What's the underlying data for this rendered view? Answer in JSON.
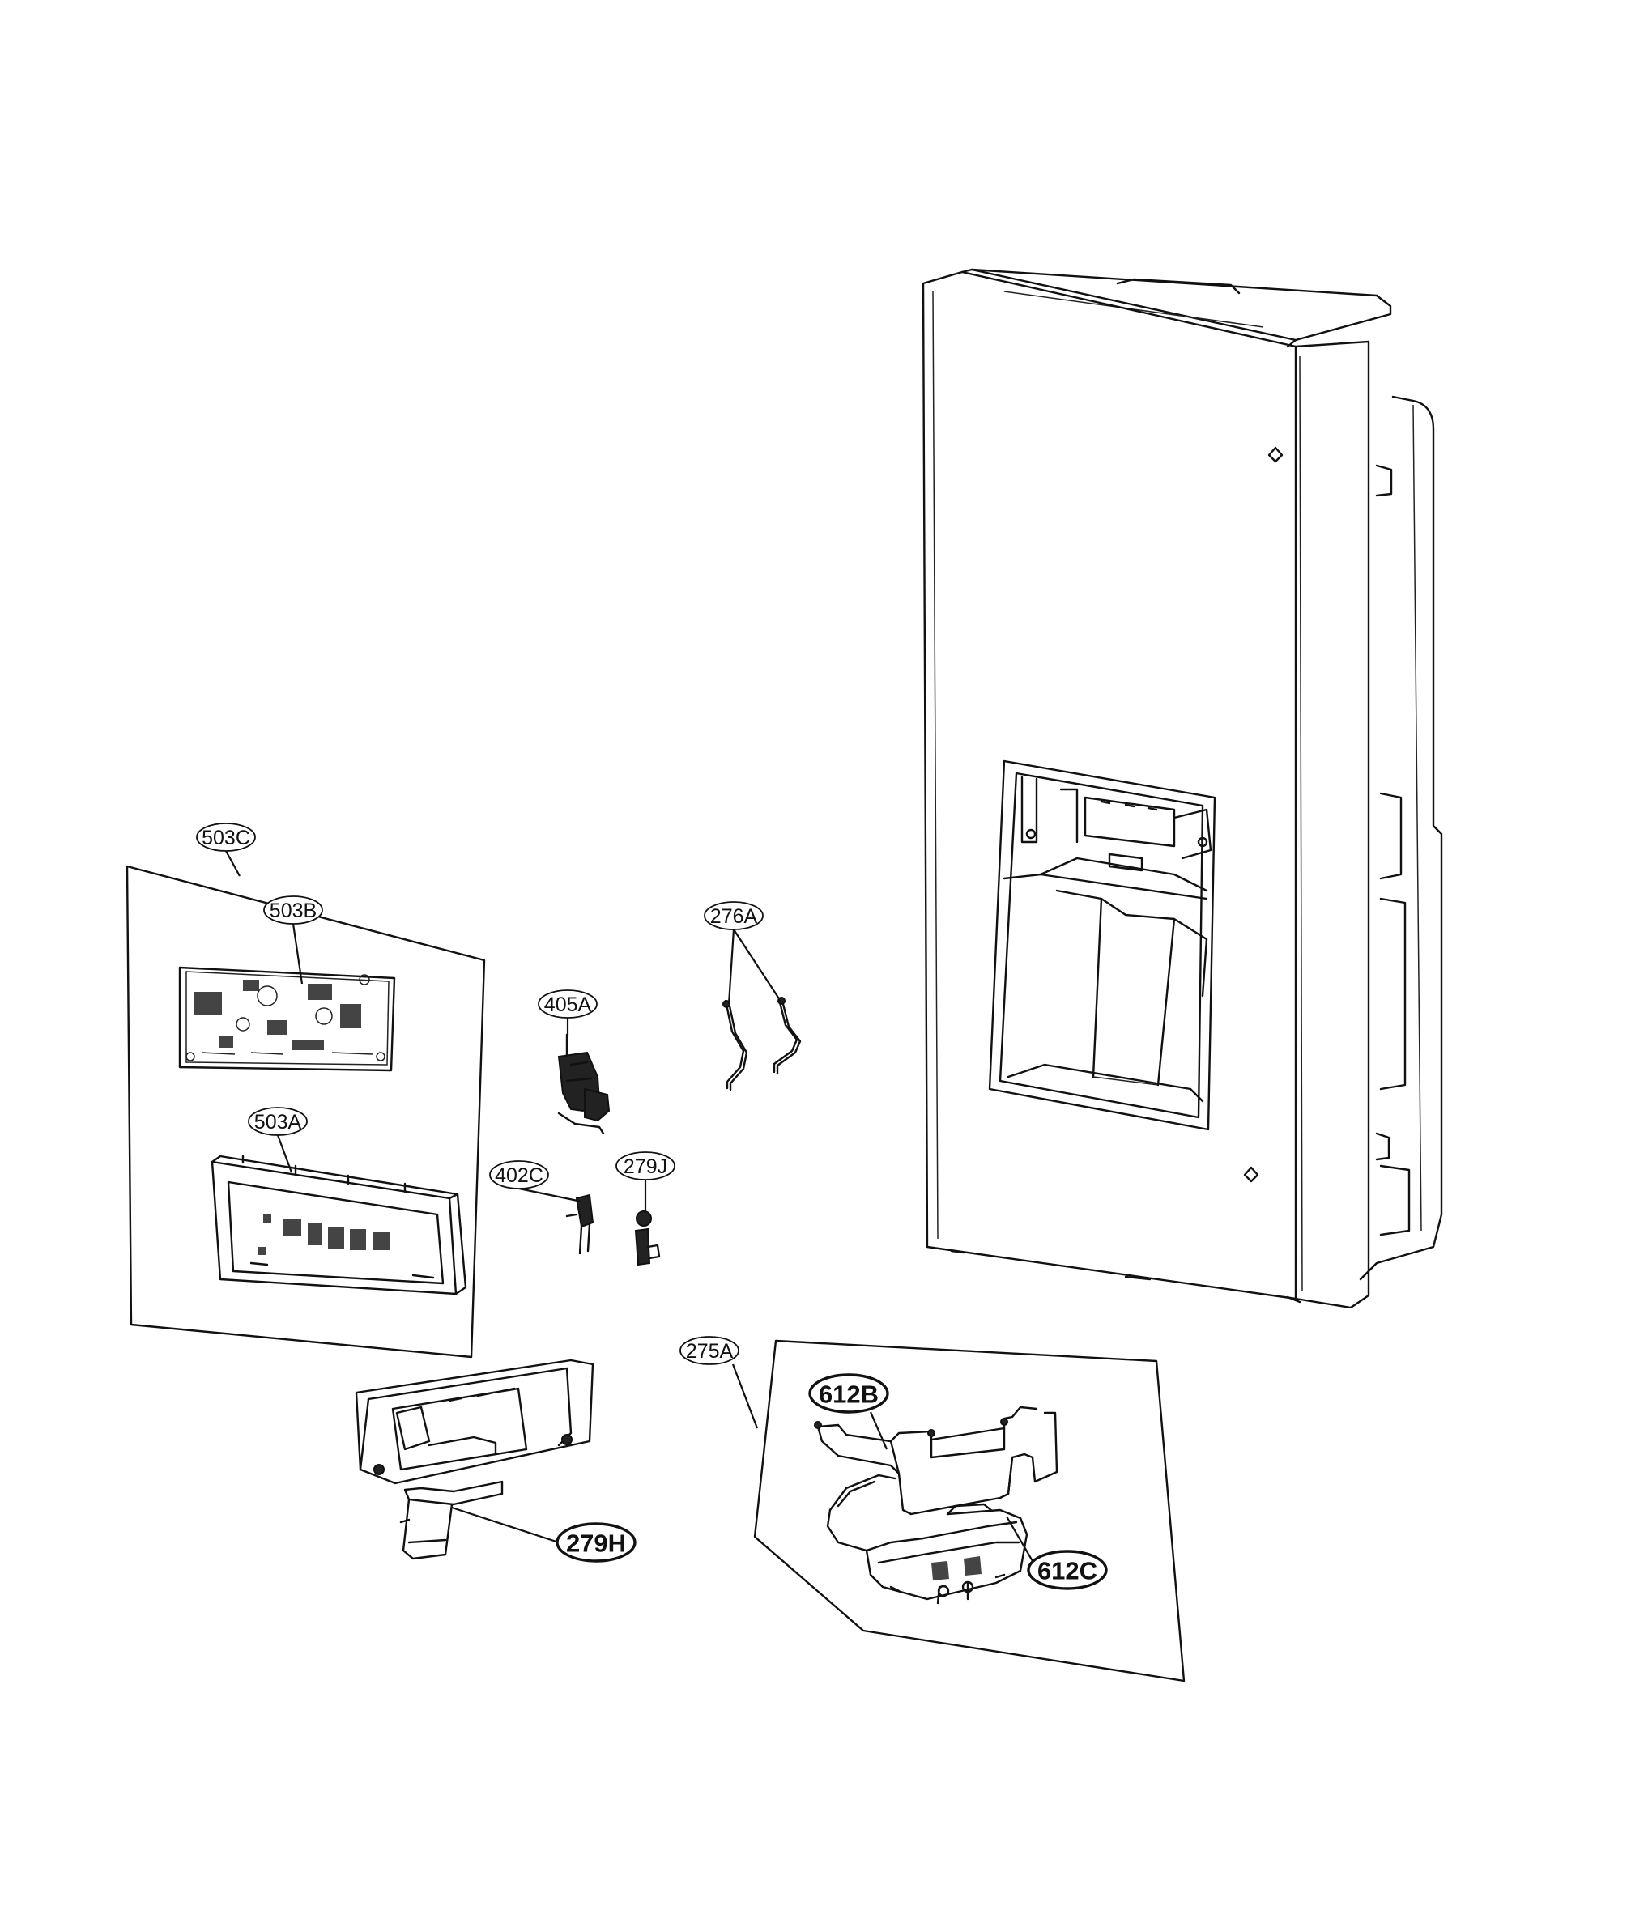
{
  "callouts": {
    "c503C": "503C",
    "c503B": "503B",
    "c503A": "503A",
    "c405A": "405A",
    "c276A": "276A",
    "c402C": "402C",
    "c279J": "279J",
    "c275A": "275A",
    "c612B": "612B",
    "c612C": "612C",
    "c279H": "279H"
  },
  "colors": {
    "line": "#111111",
    "background": "#ffffff"
  }
}
